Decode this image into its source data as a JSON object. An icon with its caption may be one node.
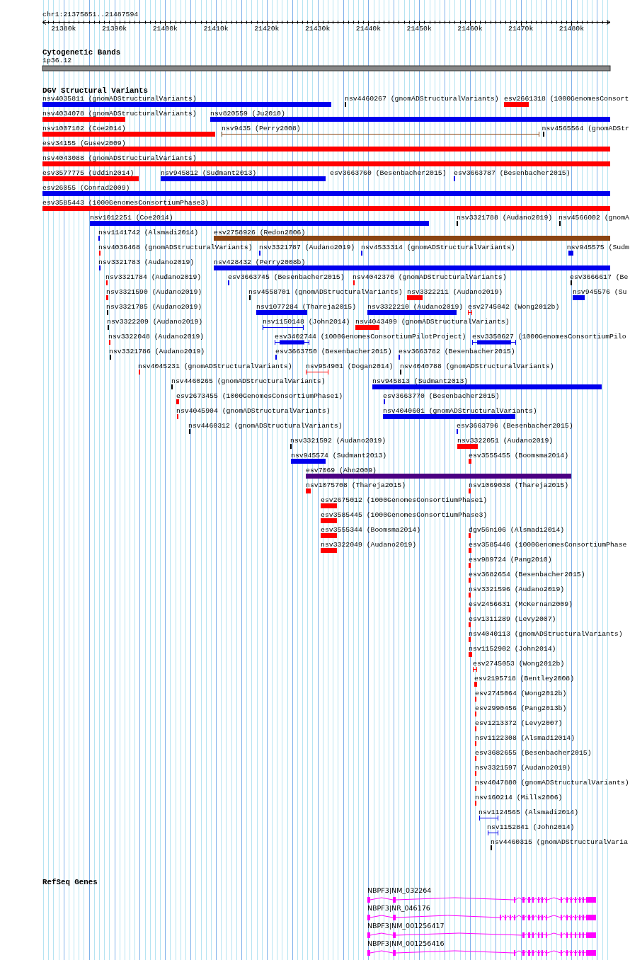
{
  "diagram": {
    "labels": [
      "chr1:21375851..21487594",
      "21380k",
      "21390k",
      "21400k",
      "21410k",
      "21420k",
      "21430k",
      "21440k",
      "21450k",
      "21460k",
      "21470k",
      "21480k",
      "Cytogenetic Bands",
      "1p36.12",
      "DGV Structural Variants",
      "nsv4035811 (gnomADStructuralVariants)",
      "nsv4460267 (gnomADStructuralVariants)",
      "esv2661318 (1000GenomesConsort",
      "nsv4034078 (gnomADStructuralVariants)",
      "nsv820559 (Ju2010)",
      "nsv1007102 (Coe2014)",
      "nsv9435 (Perry2008)",
      "nsv4565564 (gnomADStr",
      "esv34155 (Gusev2009)",
      "nsv4043088 (gnomADStructuralVariants)",
      "esv3577775 (Uddin2014)",
      "nsv945812 (Sudmant2013)",
      "esv3663760 (Besenbacher2015)",
      "esv3663787 (Besenbacher2015)",
      "esv26055 (Conrad2009)",
      "esv3585443 (1000GenomesConsortiumPhase3)",
      "nsv1012251 (Coe2014)",
      "nsv3321788 (Audano2019)",
      "nsv4566002 (gnomA",
      "nsv1141742 (Alsmadi2014)",
      "esv2758926 (Redon2006)",
      "nsv4036468 (gnomADStructuralVariants)",
      "nsv3321787 (Audano2019)",
      "nsv4533314 (gnomADStructuralVariants)",
      "nsv945575 (Sudm",
      "nsv3321783 (Audano2019)",
      "nsv428432 (Perry2008b)",
      "nsv3321784 (Audano2019)",
      "esv3663745 (Besenbacher2015)",
      "nsv4042370 (gnomADStructuralVariants)",
      "esv3666617 (Be",
      "nsv3321590 (Audano2019)",
      "nsv4558701 (gnomADStructuralVariants)",
      "nsv3322211 (Audano2019)",
      "nsv945576 (Su",
      "nsv3321785 (Audano2019)",
      "nsv1077284 (Thareja2015)",
      "nsv3322210 (Audano2019)",
      "esv2745042 (Wong2012b)",
      "nsv3322209 (Audano2019)",
      "nsv1150148 (John2014)",
      "nsv4043499 (gnomADStructuralVariants)",
      "nsv3322048 (Audano2019)",
      "esv3402744 (1000GenomesConsortiumPilotProject)",
      "esv3350627 (1000GenomesConsortiumPilo",
      "nsv3321786 (Audano2019)",
      "esv3663750 (Besenbacher2015)",
      "esv3663782 (Besenbacher2015)",
      "nsv4045231 (gnomADStructuralVariants)",
      "nsv954901 (Dogan2014)",
      "nsv4040788 (gnomADStructuralVariants)",
      "nsv4460265 (gnomADStructuralVariants)",
      "nsv945813 (Sudmant2013)",
      "esv2673455 (1000GenomesConsortiumPhase1)",
      "esv3663770 (Besenbacher2015)",
      "nsv4045904 (gnomADStructuralVariants)",
      "nsv4040601 (gnomADStructuralVariants)",
      "nsv4460312 (gnomADStructuralVariants)",
      "esv3663796 (Besenbacher2015)",
      "nsv3321592 (Audano2019)",
      "nsv3322051 (Audano2019)",
      "nsv945574 (Sudmant2013)",
      "esv3555455 (Boomsma2014)",
      "esv7069 (Ahn2009)",
      "nsv1075708 (Thareja2015)",
      "nsv1069038 (Thareja2015)",
      "esv2675012 (1000GenomesConsortiumPhase1)",
      "esv3585445 (1000GenomesConsortiumPhase3)",
      "esv3555344 (Boomsma2014)",
      "dgv56n106 (Alsmadi2014)",
      "nsv3322049 (Audano2019)",
      "esv3585446 (1000GenomesConsortiumPhase",
      "esv989724 (Pang2010)",
      "esv3682654 (Besenbacher2015)",
      "nsv3321596 (Audano2019)",
      "esv2456631 (McKernan2009)",
      "esv1311289 (Levy2007)",
      "nsv4040113 (gnomADStructuralVariants)",
      "nsv1152902 (John2014)",
      "esv2745053 (Wong2012b)",
      "esv2195718 (Bentley2008)",
      "esv2745064 (Wong2012b)",
      "esv2990456 (Pang2013b)",
      "esv1213372 (Levy2007)",
      "nsv1122308 (Alsmadi2014)",
      "esv3682655 (Besenbacher2015)",
      "nsv3321597 (Audano2019)",
      "nsv4047880 (gnomADStructuralVariants)",
      "nsv160214 (Mills2006)",
      "nsv1124565 (Alsmadi2014)",
      "nsv1152841 (John2014)",
      "nsv4460315 (gnomADStructuralVaria",
      "RefSeq Genes",
      "NBPF3|NM_032264",
      "NBPF3|NR_046176",
      "NBPF3|NM_001256417",
      "NBPF3|NM_001256416"
    ]
  }
}
